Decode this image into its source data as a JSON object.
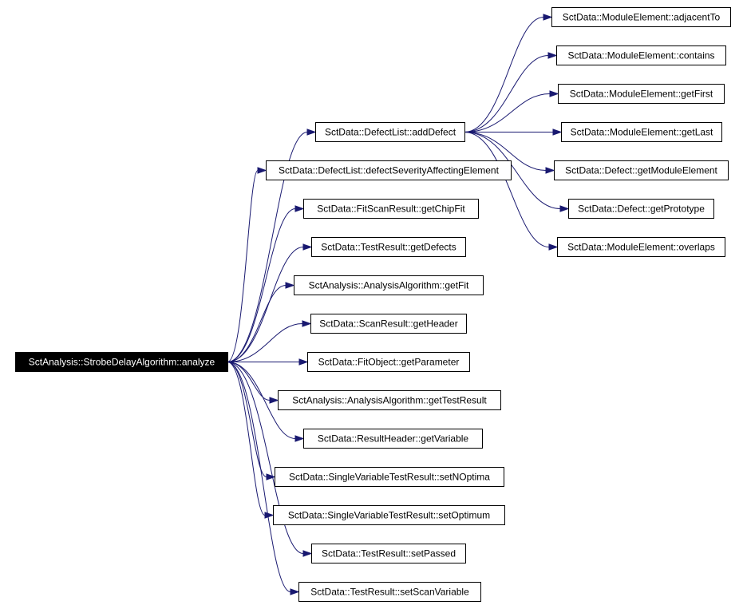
{
  "graph": {
    "root": "SctAnalysis::StrobeDelayAlgorithm::analyze",
    "edge_color": "#191970",
    "root_fill": "#000000",
    "node_fill": "#ffffff",
    "callees": [
      "SctData::DefectList::addDefect",
      "SctData::DefectList::defectSeverityAffectingElement",
      "SctData::FitScanResult::getChipFit",
      "SctData::TestResult::getDefects",
      "SctAnalysis::AnalysisAlgorithm::getFit",
      "SctData::ScanResult::getHeader",
      "SctData::FitObject::getParameter",
      "SctAnalysis::AnalysisAlgorithm::getTestResult",
      "SctData::ResultHeader::getVariable",
      "SctData::SingleVariableTestResult::setNOptima",
      "SctData::SingleVariableTestResult::setOptimum",
      "SctData::TestResult::setPassed",
      "SctData::TestResult::setScanVariable"
    ],
    "addDefect_callees": [
      "SctData::ModuleElement::adjacentTo",
      "SctData::ModuleElement::contains",
      "SctData::ModuleElement::getFirst",
      "SctData::ModuleElement::getLast",
      "SctData::Defect::getModuleElement",
      "SctData::Defect::getPrototype",
      "SctData::ModuleElement::overlaps"
    ]
  }
}
